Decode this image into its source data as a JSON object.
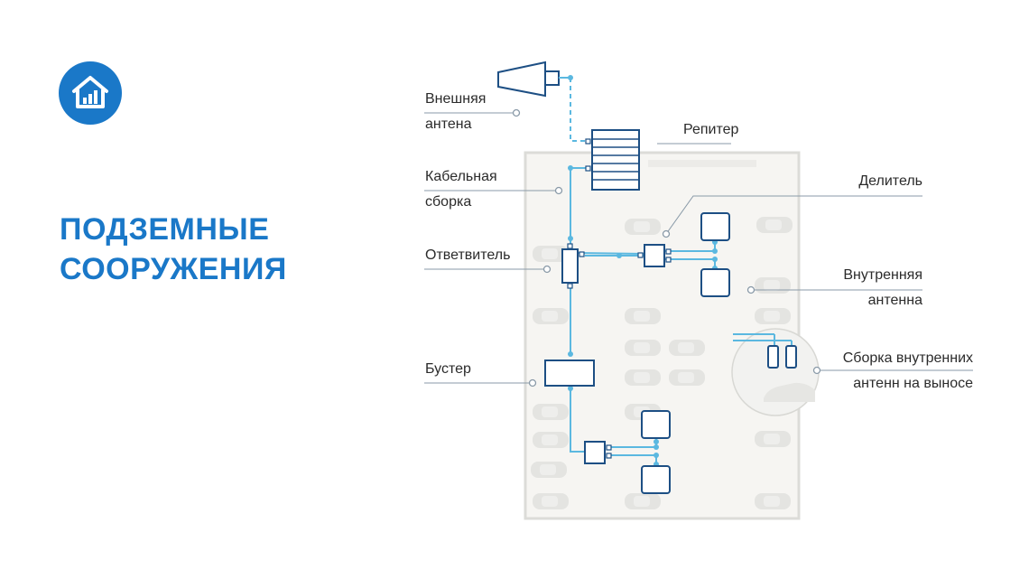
{
  "title": {
    "line1": "ПОДЗЕМНЫЕ",
    "line2": "СООРУЖЕНИЯ"
  },
  "logo": {
    "icon": "house-signal-icon",
    "color": "#1a78c8"
  },
  "labels": {
    "external_antenna": {
      "line1": "Внешняя",
      "line2": "антена"
    },
    "repeater": "Репитер",
    "cable_assembly": {
      "line1": "Кабельная",
      "line2": "сборка"
    },
    "splitter": "Делитель",
    "coupler": "Ответвитель",
    "indoor_antenna": {
      "line1": "Внутренняя",
      "line2": "антенна"
    },
    "booster": "Бустер",
    "remote_antennas": {
      "line1": "Сборка внутренних",
      "line2": "антенн на выносе"
    }
  },
  "colors": {
    "accent": "#1a78c8",
    "cable": "#5bb8e0",
    "device": "#1d4f84",
    "leader": "#8a9aa8"
  }
}
